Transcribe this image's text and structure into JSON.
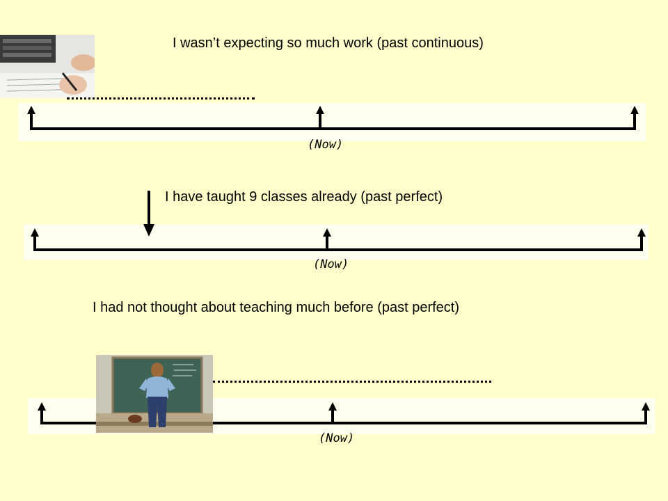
{
  "timelines": [
    {
      "sentence": "I wasn’t expecting so much work (past continuous)",
      "now_label": "(Now)",
      "photo_icon": "desk-writing-photo"
    },
    {
      "sentence": "I have taught 9 classes already (past perfect)",
      "now_label": "(Now)",
      "marker_icon": "down-arrow-icon"
    },
    {
      "sentence": "I had not thought about teaching much before (past perfect)",
      "now_label": "(Now)",
      "photo_icon": "chalkboard-teacher-photo"
    }
  ],
  "colors": {
    "background": "#ffffcc",
    "band": "#fffff0",
    "line": "#000000"
  }
}
